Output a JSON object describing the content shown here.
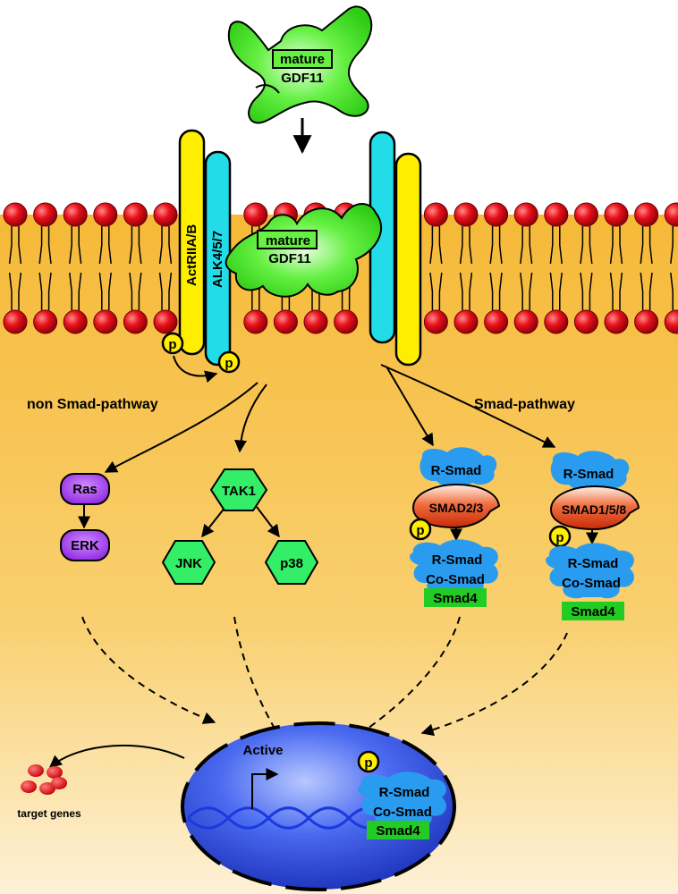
{
  "ligand": {
    "line1": "mature",
    "line2": "GDF11"
  },
  "bound_ligand": {
    "line1": "mature",
    "line2": "GDF11"
  },
  "receptors": {
    "type2": "ActRIIA/B",
    "type1": "ALK4/5/7"
  },
  "phospho": "p",
  "pathways": {
    "non_smad": "non Smad-pathway",
    "smad": "Smad-pathway"
  },
  "non_smad_nodes": {
    "ras": "Ras",
    "erk": "ERK",
    "tak1": "TAK1",
    "jnk": "JNK",
    "p38": "p38"
  },
  "smad_left": {
    "rsmad_top": "R-Smad",
    "smad_type": "SMAD2/3",
    "rsmad": "R-Smad",
    "cosmad": "Co-Smad",
    "smad4": "Smad4"
  },
  "smad_right": {
    "rsmad_top": "R-Smad",
    "smad_type": "SMAD1/5/8",
    "rsmad": "R-Smad",
    "cosmad": "Co-Smad",
    "smad4": "Smad4"
  },
  "nucleus": {
    "active": "Active",
    "rsmad": "R-Smad",
    "cosmad": "Co-Smad",
    "smad4": "Smad4"
  },
  "target_genes": "target genes",
  "colors": {
    "cytoplasm": "#f8bf45",
    "lipid_head": "#e8101a",
    "ligand": "#44ee22",
    "type2_receptor": "#ffee00",
    "type1_receptor": "#22dde8",
    "phospho": "#ffee00",
    "ras_erk": "#a030f0",
    "mapk": "#33ee66",
    "smad_blob": "#2a9cf0",
    "smad_type": "#e84a1a",
    "smad4_box": "#22cc22",
    "nucleus": "#2244dd",
    "dna": "#1a3adf"
  }
}
